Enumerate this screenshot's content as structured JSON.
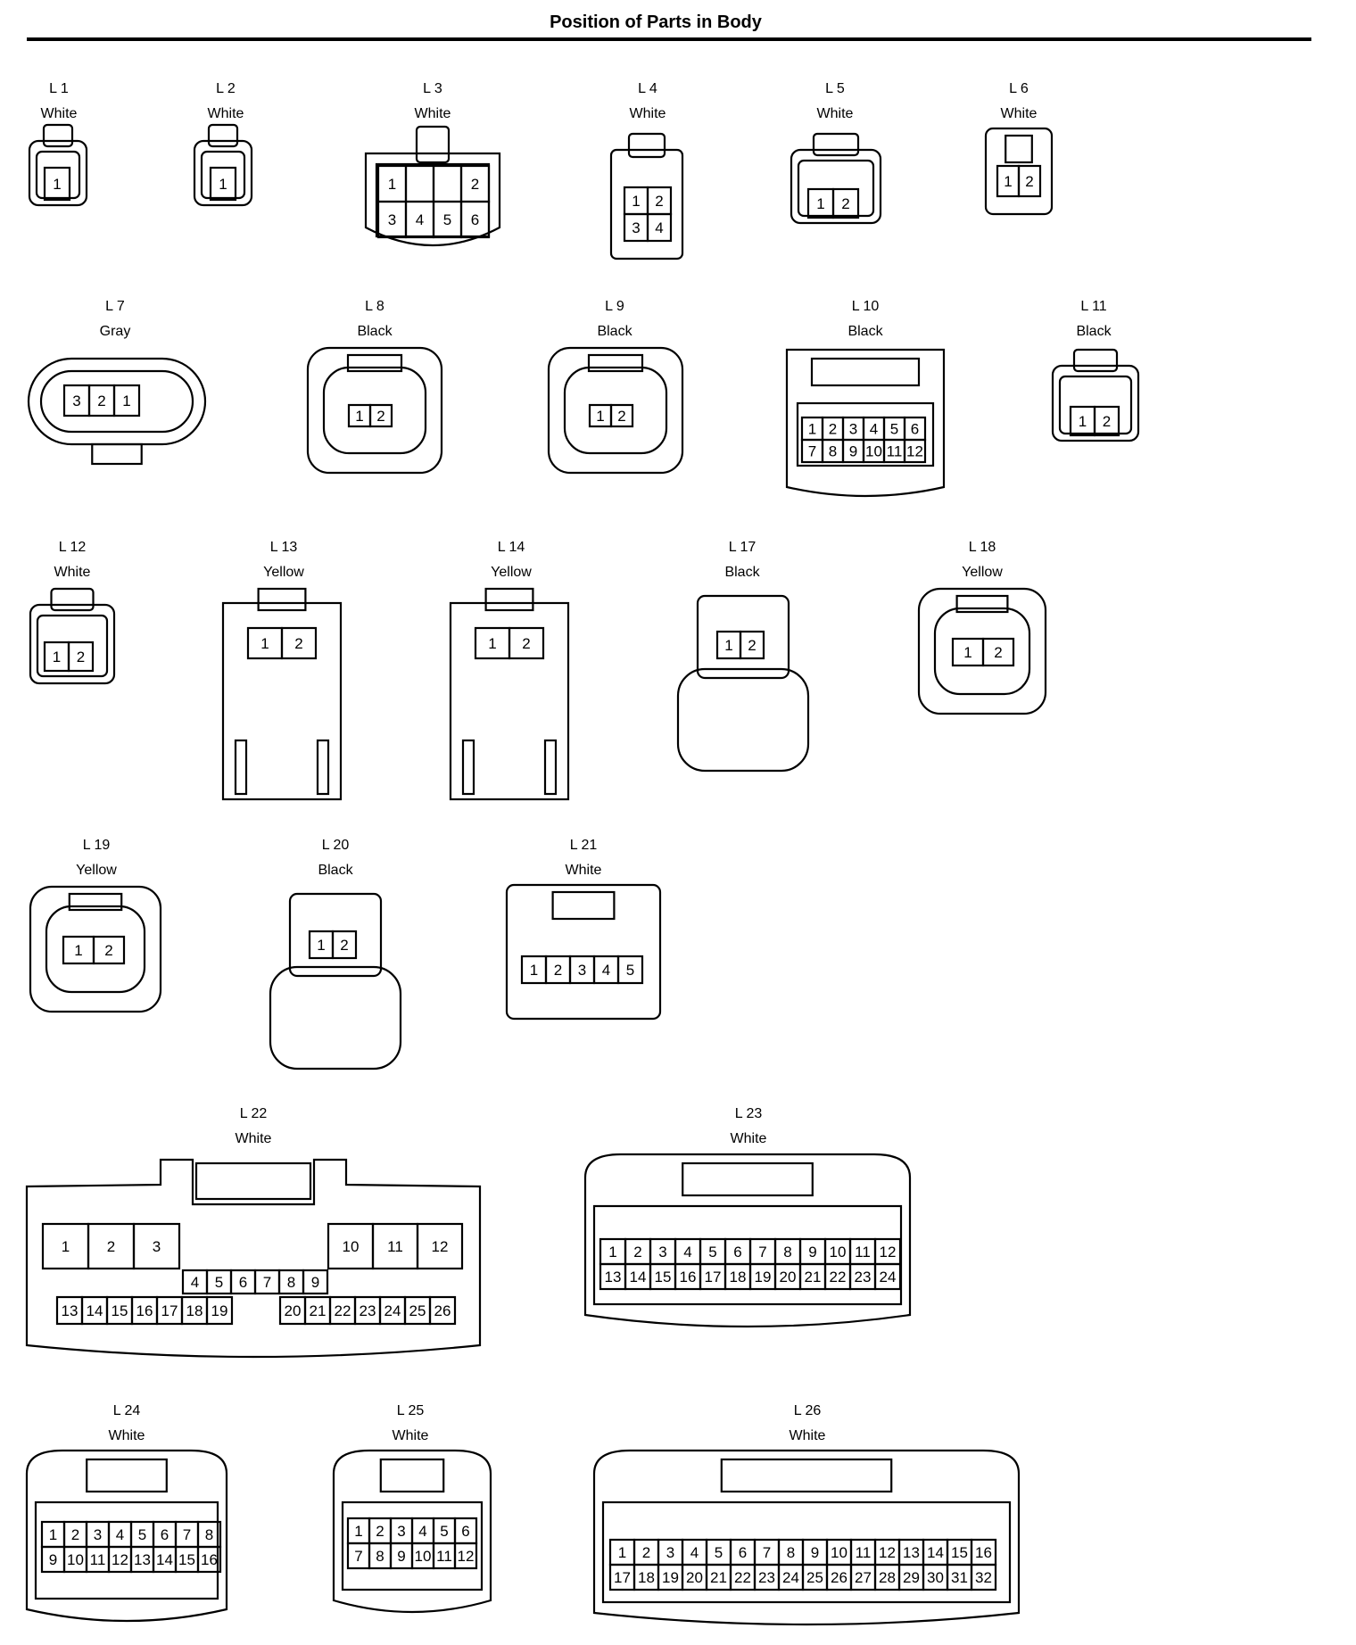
{
  "title": "Position of Parts in Body",
  "connectors": [
    {
      "id": "L 1",
      "color": "White",
      "pins": [
        [
          "1"
        ]
      ]
    },
    {
      "id": "L 2",
      "color": "White",
      "pins": [
        [
          "1"
        ]
      ]
    },
    {
      "id": "L 3",
      "color": "White",
      "pins": [
        [
          "1",
          "",
          "",
          "2"
        ],
        [
          "3",
          "4",
          "5",
          "6"
        ]
      ]
    },
    {
      "id": "L 4",
      "color": "White",
      "pins": [
        [
          "1",
          "2"
        ],
        [
          "3",
          "4"
        ]
      ]
    },
    {
      "id": "L 5",
      "color": "White",
      "pins": [
        [
          "1",
          "2"
        ]
      ]
    },
    {
      "id": "L 6",
      "color": "White",
      "pins": [
        [
          "1",
          "2"
        ]
      ]
    },
    {
      "id": "L 7",
      "color": "Gray",
      "pins": [
        [
          "3",
          "2",
          "1"
        ]
      ]
    },
    {
      "id": "L 8",
      "color": "Black",
      "pins": [
        [
          "1",
          "2"
        ]
      ]
    },
    {
      "id": "L 9",
      "color": "Black",
      "pins": [
        [
          "1",
          "2"
        ]
      ]
    },
    {
      "id": "L 10",
      "color": "Black",
      "pins": [
        [
          "1",
          "2",
          "3",
          "4",
          "5",
          "6"
        ],
        [
          "7",
          "8",
          "9",
          "10",
          "11",
          "12"
        ]
      ]
    },
    {
      "id": "L 11",
      "color": "Black",
      "pins": [
        [
          "1",
          "2"
        ]
      ]
    },
    {
      "id": "L 12",
      "color": "White",
      "pins": [
        [
          "1",
          "2"
        ]
      ]
    },
    {
      "id": "L 13",
      "color": "Yellow",
      "pins": [
        [
          "1",
          "2"
        ]
      ]
    },
    {
      "id": "L 14",
      "color": "Yellow",
      "pins": [
        [
          "1",
          "2"
        ]
      ]
    },
    {
      "id": "L 17",
      "color": "Black",
      "pins": [
        [
          "1",
          "2"
        ]
      ]
    },
    {
      "id": "L 18",
      "color": "Yellow",
      "pins": [
        [
          "1",
          "2"
        ]
      ]
    },
    {
      "id": "L 19",
      "color": "Yellow",
      "pins": [
        [
          "1",
          "2"
        ]
      ]
    },
    {
      "id": "L 20",
      "color": "Black",
      "pins": [
        [
          "1",
          "2"
        ]
      ]
    },
    {
      "id": "L 21",
      "color": "White",
      "pins": [
        [
          "1",
          "2",
          "3",
          "4",
          "5"
        ]
      ]
    },
    {
      "id": "L 22",
      "color": "White",
      "pins": [
        [
          "1",
          "2",
          "3",
          "",
          "",
          "",
          "",
          "",
          "",
          "10",
          "11",
          "12"
        ],
        [
          "",
          "",
          "",
          "4",
          "5",
          "6",
          "7",
          "8",
          "9",
          "",
          "",
          ""
        ],
        [
          "13",
          "14",
          "15",
          "16",
          "17",
          "18",
          "19",
          "20",
          "21",
          "22",
          "23",
          "24",
          "25",
          "26"
        ]
      ]
    },
    {
      "id": "L 23",
      "color": "White",
      "pins": [
        [
          "1",
          "2",
          "3",
          "4",
          "5",
          "6",
          "7",
          "8",
          "9",
          "10",
          "11",
          "12"
        ],
        [
          "13",
          "14",
          "15",
          "16",
          "17",
          "18",
          "19",
          "20",
          "21",
          "22",
          "23",
          "24"
        ]
      ]
    },
    {
      "id": "L 24",
      "color": "White",
      "pins": [
        [
          "1",
          "2",
          "3",
          "4",
          "5",
          "6",
          "7",
          "8"
        ],
        [
          "9",
          "10",
          "11",
          "12",
          "13",
          "14",
          "15",
          "16"
        ]
      ]
    },
    {
      "id": "L 25",
      "color": "White",
      "pins": [
        [
          "1",
          "2",
          "3",
          "4",
          "5",
          "6"
        ],
        [
          "7",
          "8",
          "9",
          "10",
          "11",
          "12"
        ]
      ]
    },
    {
      "id": "L 26",
      "color": "White",
      "pins": [
        [
          "1",
          "2",
          "3",
          "4",
          "5",
          "6",
          "7",
          "8",
          "9",
          "10",
          "11",
          "12",
          "13",
          "14",
          "15",
          "16"
        ],
        [
          "17",
          "18",
          "19",
          "20",
          "21",
          "22",
          "23",
          "24",
          "25",
          "26",
          "27",
          "28",
          "29",
          "30",
          "31",
          "32"
        ]
      ]
    }
  ]
}
